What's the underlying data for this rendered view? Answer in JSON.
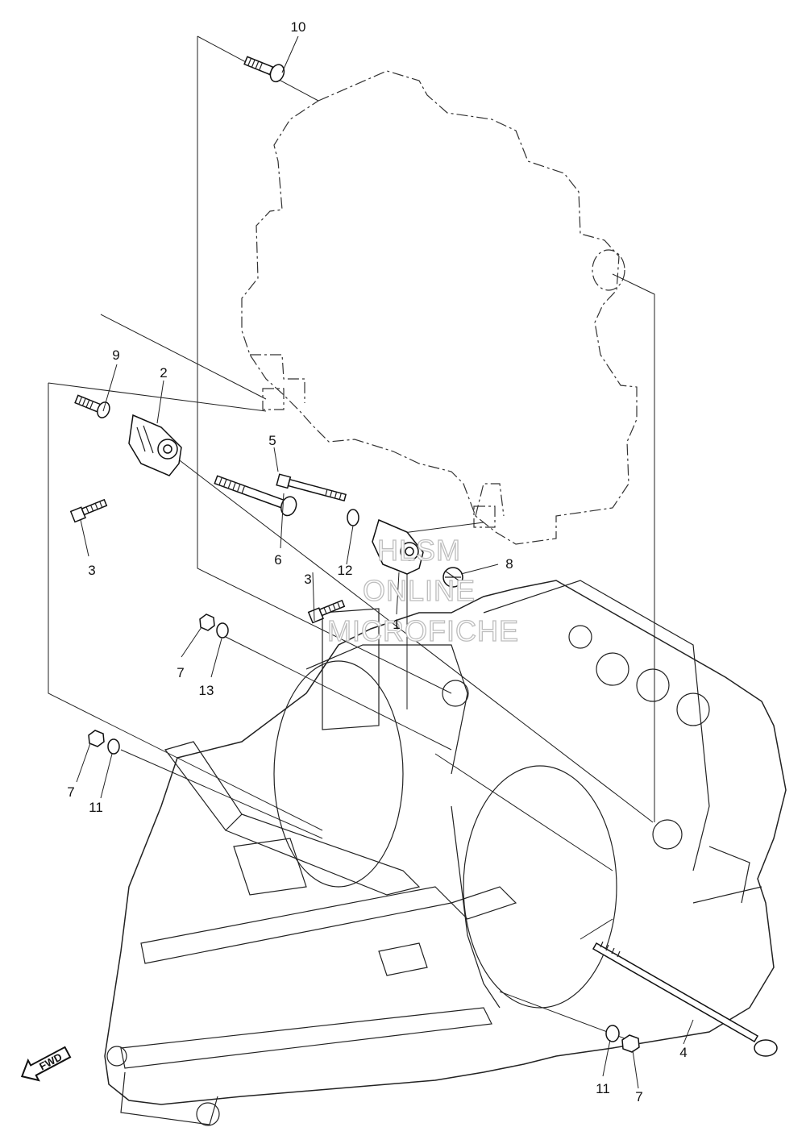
{
  "callouts": [
    {
      "id": "c10a",
      "label": "10"
    },
    {
      "id": "c9a",
      "label": "9"
    },
    {
      "id": "c2a",
      "label": "2"
    },
    {
      "id": "c5a",
      "label": "5"
    },
    {
      "id": "c3a",
      "label": "3"
    },
    {
      "id": "c6a",
      "label": "6"
    },
    {
      "id": "c12a",
      "label": "12"
    },
    {
      "id": "c3b",
      "label": "3"
    },
    {
      "id": "c1a",
      "label": "1"
    },
    {
      "id": "c8a",
      "label": "8"
    },
    {
      "id": "c7a",
      "label": "7"
    },
    {
      "id": "c13a",
      "label": "13"
    },
    {
      "id": "c7b",
      "label": "7"
    },
    {
      "id": "c11a",
      "label": "11"
    },
    {
      "id": "c4a",
      "label": "4"
    },
    {
      "id": "c11b",
      "label": "11"
    },
    {
      "id": "c7c",
      "label": "7"
    }
  ],
  "watermark": {
    "line1": "HLSM",
    "line2": "ONLINE",
    "line3": "MICROFICHE"
  },
  "direction_marker": {
    "label": "FWD"
  }
}
